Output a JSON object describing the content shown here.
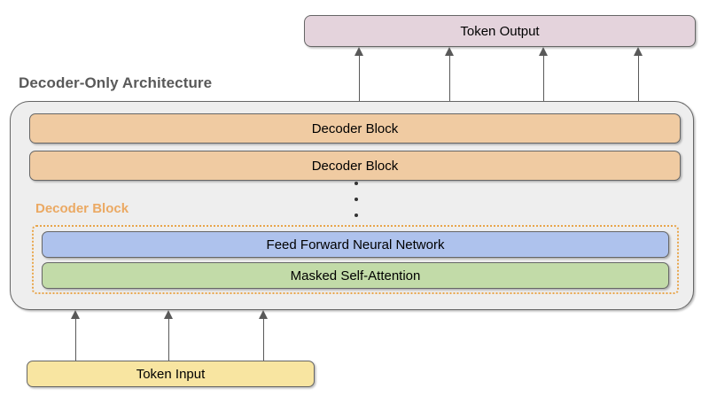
{
  "diagram": {
    "title": "Decoder-Only Architecture",
    "title_color": "#595959"
  },
  "token_output": {
    "label": "Token Output",
    "color": "#e4d3dc"
  },
  "token_input": {
    "label": "Token Input",
    "color": "#f8e5a1"
  },
  "outer_container": {
    "color": "#eeeeee"
  },
  "stack": {
    "decoder_blocks": [
      {
        "label": "Decoder Block",
        "color": "#f0cba2"
      },
      {
        "label": "Decoder Block",
        "color": "#f0cba2"
      }
    ],
    "ellipsis": "⋮"
  },
  "inner_block": {
    "label": "Decoder Block",
    "label_color": "#eba963",
    "border_color": "#e8a54b",
    "layers": [
      {
        "label": "Feed Forward Neural Network",
        "color": "#aec2ed"
      },
      {
        "label": "Masked Self-Attention",
        "color": "#c2dba8"
      }
    ]
  },
  "arrows": {
    "top": {
      "count": 4,
      "x_positions": [
        400,
        502,
        608,
        715
      ],
      "color": "#595959"
    },
    "bottom": {
      "count": 3,
      "x_positions": [
        80,
        185,
        292
      ],
      "color": "#595959"
    }
  }
}
